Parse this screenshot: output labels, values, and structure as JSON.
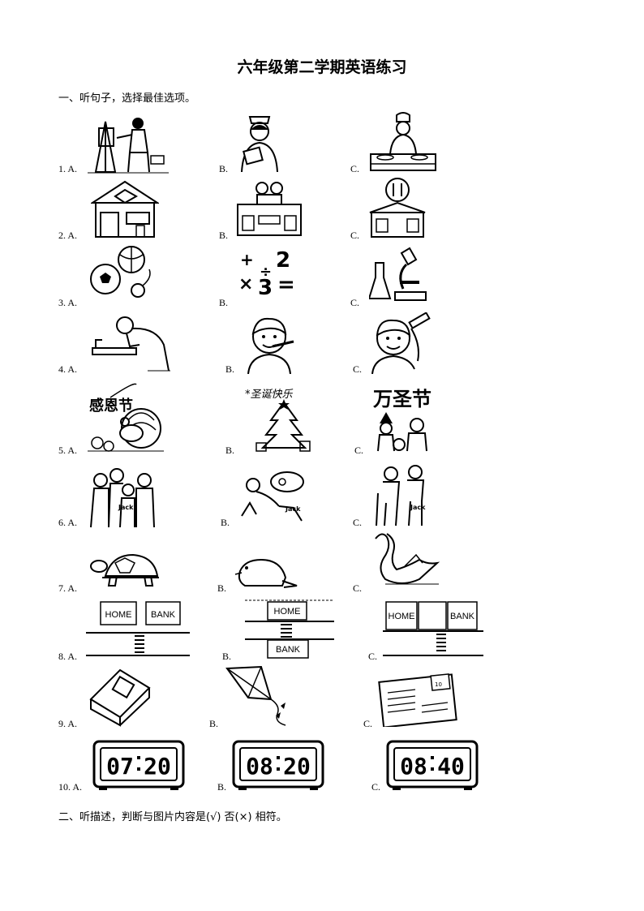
{
  "title": "六年级第二学期英语练习",
  "section1": "一、听句子，选择最佳选项。",
  "section2": "二、听描述，判断与图片内容是(√) 否(×) 相符。",
  "labels": {
    "q1": "1. A.",
    "q2": "2. A.",
    "q3": "3. A.",
    "q4": "4. A.",
    "q5": "5. A.",
    "q6": "6. A.",
    "q7": "7. A.",
    "q8": "8. A.",
    "q9": "9. A.",
    "q10": "10. A.",
    "b": "B.",
    "c": "C."
  },
  "pictures": {
    "q3b": [
      "+",
      "2",
      "÷",
      "×",
      "3",
      "="
    ],
    "q5a": "感恩节",
    "q5b": "*圣诞快乐",
    "q5c": "万圣节",
    "q6a_tag": "Jack",
    "q6b_tag": "Jack",
    "q6c_tag": "Jack",
    "q8a": [
      "HOME",
      "BANK"
    ],
    "q8b": [
      "HOME",
      "BANK"
    ],
    "q8c": [
      "HOME",
      "BANK"
    ],
    "q9c_stamp": "10",
    "q10a": [
      "07",
      "20"
    ],
    "q10b": [
      "08",
      "20"
    ],
    "q10c": [
      "08",
      "40"
    ]
  }
}
